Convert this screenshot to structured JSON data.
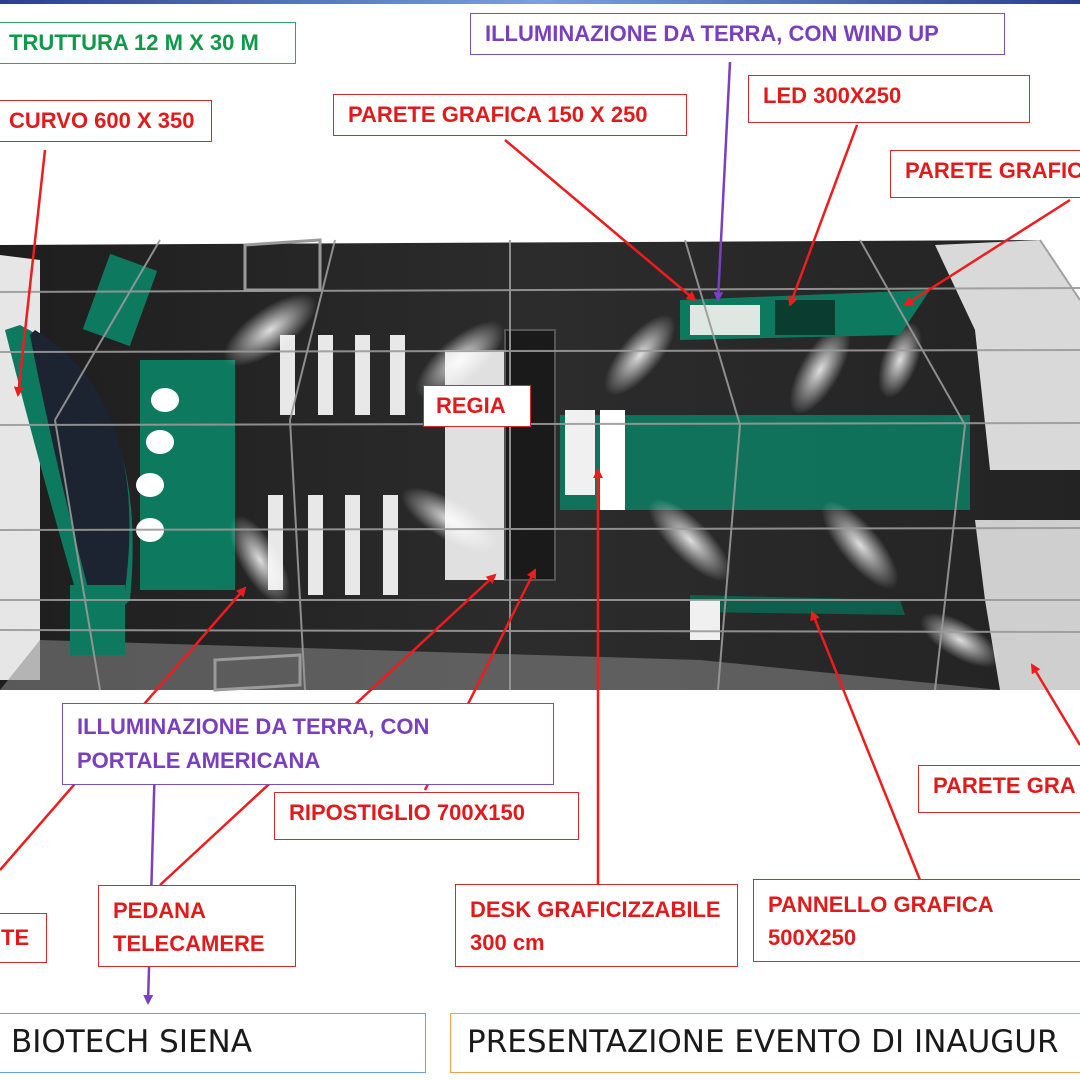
{
  "labels": {
    "struttura": "TRUTTURA 12 M X 30 M",
    "curvo": "CURVO 600 X 350",
    "illum_wind": "ILLUMINAZIONE DA TERRA, CON WIND UP",
    "parete_150": "PARETE GRAFICA 150 X 250",
    "led": "LED 300X250",
    "parete_grafic_right": "PARETE GRAFIC",
    "regia": "REGIA",
    "illum_portale_1": "ILLUMINAZIONE DA TERRA, CON",
    "illum_portale_2": "PORTALE AMERICANA",
    "ripostiglio": "RIPOSTIGLIO 700X150",
    "parete_gra_right": "PARETE GRA",
    "te": "TE",
    "pedana_1": "PEDANA",
    "pedana_2": "TELECAMERE",
    "desk_1": "DESK GRAFICIZZABILE",
    "desk_2": "300 cm",
    "pannello_1": "PANNELLO GRAFICA",
    "pannello_2": "500X250"
  },
  "footer": {
    "left": "BIOTECH SIENA",
    "right": "PRESENTAZIONE EVENTO DI INAUGUR"
  },
  "colors": {
    "label_red": "#e11b1b",
    "label_green": "#0f9a4a",
    "label_purple": "#7a3fbf",
    "arrow_red": "#ee1c1c",
    "arrow_purple": "#7b3fbf",
    "brand_teal": "#0d7a5f",
    "floor": "#2a2a2a"
  }
}
